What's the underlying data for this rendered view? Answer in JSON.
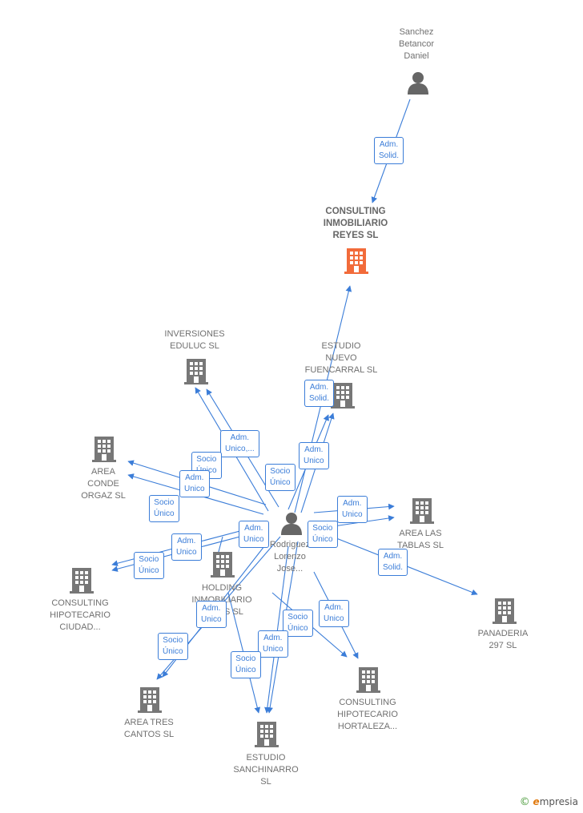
{
  "colors": {
    "edge": "#3b7dd8",
    "building": "#777777",
    "building_highlight": "#f26b3a",
    "person": "#666666"
  },
  "nodes": [
    {
      "id": "sanchez",
      "type": "person",
      "label": "Sanchez\nBetancor\nDaniel"
    },
    {
      "id": "cir",
      "type": "company",
      "highlight": true,
      "label": "CONSULTING\nINMOBILIARIO\nREYES  SL"
    },
    {
      "id": "inv",
      "type": "company",
      "label": "INVERSIONES\nEDULUC  SL"
    },
    {
      "id": "enf",
      "type": "company",
      "label": "ESTUDIO\nNUEVO\nFUENCARRAL SL"
    },
    {
      "id": "aco",
      "type": "company",
      "label": "AREA\nCONDE\nORGAZ  SL"
    },
    {
      "id": "rod",
      "type": "person",
      "label": "Rodriguez\nLorenzo\nJose..."
    },
    {
      "id": "alt",
      "type": "company",
      "label": "AREA LAS\nTABLAS  SL"
    },
    {
      "id": "chc",
      "type": "company",
      "label": "CONSULTING\nHIPOTECARIO\nCIUDAD..."
    },
    {
      "id": "hol",
      "type": "company",
      "label": "HOLDING\nINMOBILIARIO\nREYES  SL"
    },
    {
      "id": "pan",
      "type": "company",
      "label": "PANADERIA\n297  SL"
    },
    {
      "id": "atc",
      "type": "company",
      "label": "AREA TRES\nCANTOS  SL"
    },
    {
      "id": "chh",
      "type": "company",
      "label": "CONSULTING\nHIPOTECARIO\nHORTALEZA..."
    },
    {
      "id": "esa",
      "type": "company",
      "label": "ESTUDIO\nSANCHINARRO\nSL"
    }
  ],
  "edge_tags": [
    {
      "id": "t1",
      "text": "Adm.\nSolid."
    },
    {
      "id": "t2",
      "text": "Adm.\nSolid."
    },
    {
      "id": "t3",
      "text": "Adm.\nUnico,..."
    },
    {
      "id": "t4",
      "text": "Socio\nÚnico"
    },
    {
      "id": "t5",
      "text": "Adm.\nUnico"
    },
    {
      "id": "t6",
      "text": "Socio\nÚnico"
    },
    {
      "id": "t7",
      "text": "Adm.\nUnico"
    },
    {
      "id": "t8",
      "text": "Socio\nÚnico"
    },
    {
      "id": "t9",
      "text": "Adm.\nUnico"
    },
    {
      "id": "t10",
      "text": "Socio\nÚnico"
    },
    {
      "id": "t11",
      "text": "Adm.\nUnico"
    },
    {
      "id": "t12",
      "text": "Socio\nÚnico"
    },
    {
      "id": "t13",
      "text": "Adm.\nUnico"
    },
    {
      "id": "t14",
      "text": "Adm.\nSolid."
    },
    {
      "id": "t15",
      "text": "Adm.\nUnico"
    },
    {
      "id": "t16",
      "text": "Socio\nÚnico"
    },
    {
      "id": "t17",
      "text": "Adm.\nUnico"
    },
    {
      "id": "t18",
      "text": "Socio\nÚnico"
    },
    {
      "id": "t19",
      "text": "Adm.\nUnico"
    },
    {
      "id": "t20",
      "text": "Socio\nÚnico"
    }
  ],
  "brand": {
    "copyright": "©",
    "initial": "e",
    "rest": "mpresia"
  }
}
